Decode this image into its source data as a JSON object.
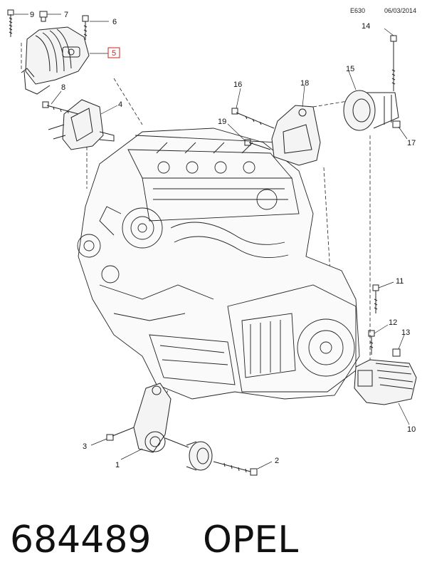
{
  "header": {
    "code": "E630",
    "date": "06/03/2014"
  },
  "callouts": {
    "c1": "1",
    "c2": "2",
    "c3": "3",
    "c4": "4",
    "c5": "5",
    "c6": "6",
    "c7": "7",
    "c8": "8",
    "c9": "9",
    "c10": "10",
    "c11": "11",
    "c12": "12",
    "c13": "13",
    "c14": "14",
    "c15": "15",
    "c16": "16",
    "c17": "17",
    "c18": "18",
    "c19": "19"
  },
  "footer": {
    "part_number": "684489",
    "brand": "OPEL"
  },
  "colors": {
    "highlight": "#cc2222",
    "line": "#222222"
  }
}
